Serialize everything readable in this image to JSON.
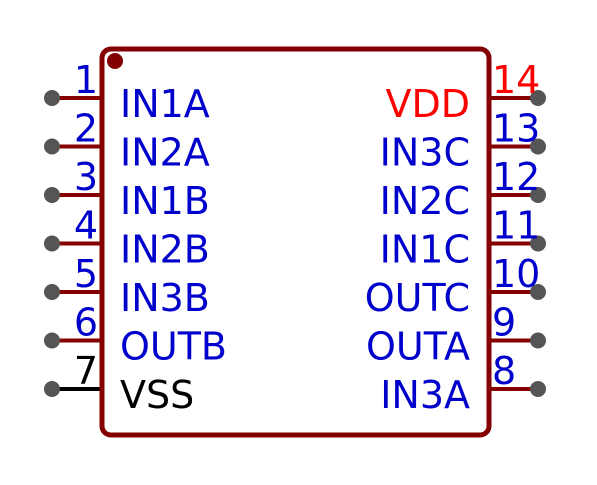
{
  "component": {
    "colors": {
      "body_outline": "#840000",
      "body_fill": "#ffffff",
      "pin1_marker": "#840000",
      "pin_line": "#840000",
      "pin_line_ground": "#000000",
      "pin_endpoint": "#555555",
      "text_default": "#0000cc",
      "text_power": "#ff0000",
      "text_ground": "#000000"
    },
    "pins_left": [
      {
        "number": "1",
        "name": "IN1A",
        "type": "signal"
      },
      {
        "number": "2",
        "name": "IN2A",
        "type": "signal"
      },
      {
        "number": "3",
        "name": "IN1B",
        "type": "signal"
      },
      {
        "number": "4",
        "name": "IN2B",
        "type": "signal"
      },
      {
        "number": "5",
        "name": "IN3B",
        "type": "signal"
      },
      {
        "number": "6",
        "name": "OUTB",
        "type": "signal"
      },
      {
        "number": "7",
        "name": "VSS",
        "type": "ground"
      }
    ],
    "pins_right": [
      {
        "number": "14",
        "name": "VDD",
        "type": "power"
      },
      {
        "number": "13",
        "name": "IN3C",
        "type": "signal"
      },
      {
        "number": "12",
        "name": "IN2C",
        "type": "signal"
      },
      {
        "number": "11",
        "name": "IN1C",
        "type": "signal"
      },
      {
        "number": "10",
        "name": "OUTC",
        "type": "signal"
      },
      {
        "number": "9",
        "name": "OUTA",
        "type": "signal"
      },
      {
        "number": "8",
        "name": "IN3A",
        "type": "signal"
      }
    ]
  }
}
